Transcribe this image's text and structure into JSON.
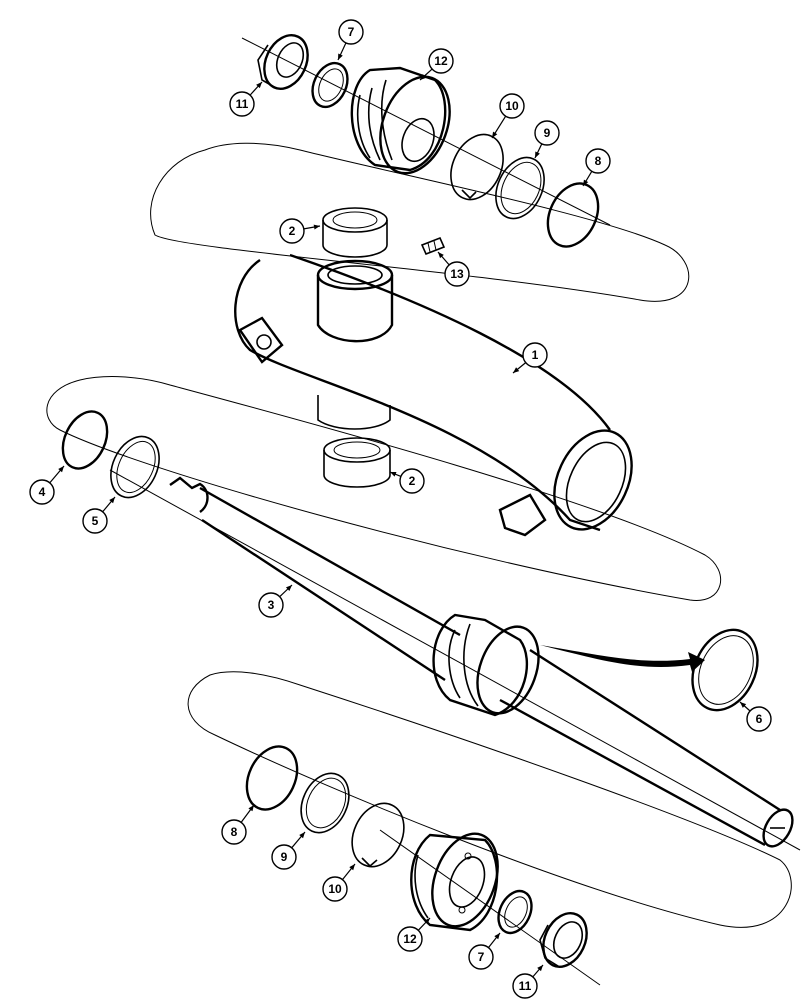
{
  "diagram": {
    "callouts": [
      {
        "id": "c-11-top",
        "label": "11"
      },
      {
        "id": "c-7-top",
        "label": "7"
      },
      {
        "id": "c-12-top",
        "label": "12"
      },
      {
        "id": "c-10-top",
        "label": "10"
      },
      {
        "id": "c-9-top",
        "label": "9"
      },
      {
        "id": "c-8-top",
        "label": "8"
      },
      {
        "id": "c-2-top",
        "label": "2"
      },
      {
        "id": "c-13",
        "label": "13"
      },
      {
        "id": "c-1",
        "label": "1"
      },
      {
        "id": "c-4",
        "label": "4"
      },
      {
        "id": "c-5",
        "label": "5"
      },
      {
        "id": "c-2-bottom",
        "label": "2"
      },
      {
        "id": "c-3",
        "label": "3"
      },
      {
        "id": "c-6",
        "label": "6"
      },
      {
        "id": "c-8-bottom",
        "label": "8"
      },
      {
        "id": "c-9-bottom",
        "label": "9"
      },
      {
        "id": "c-10-bottom",
        "label": "10"
      },
      {
        "id": "c-12-bottom",
        "label": "12"
      },
      {
        "id": "c-7-bottom",
        "label": "7"
      },
      {
        "id": "c-11-bottom",
        "label": "11"
      }
    ]
  }
}
